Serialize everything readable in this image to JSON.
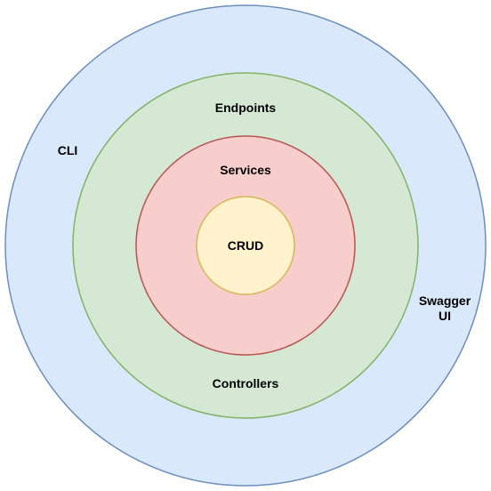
{
  "diagram": {
    "rings": [
      {
        "id": "outer",
        "fill": "#dae8fc",
        "stroke": "#6c8ebf"
      },
      {
        "id": "middle",
        "fill": "#d5e8d4",
        "stroke": "#82b366"
      },
      {
        "id": "inner",
        "fill": "#f8cecc",
        "stroke": "#b85450"
      },
      {
        "id": "core",
        "fill": "#fff2cc",
        "stroke": "#d6b656"
      }
    ],
    "labels": {
      "cli": "CLI",
      "swagger_line1": "Swagger",
      "swagger_line2": "UI",
      "endpoints": "Endpoints",
      "controllers": "Controllers",
      "services": "Services",
      "crud": "CRUD"
    }
  }
}
